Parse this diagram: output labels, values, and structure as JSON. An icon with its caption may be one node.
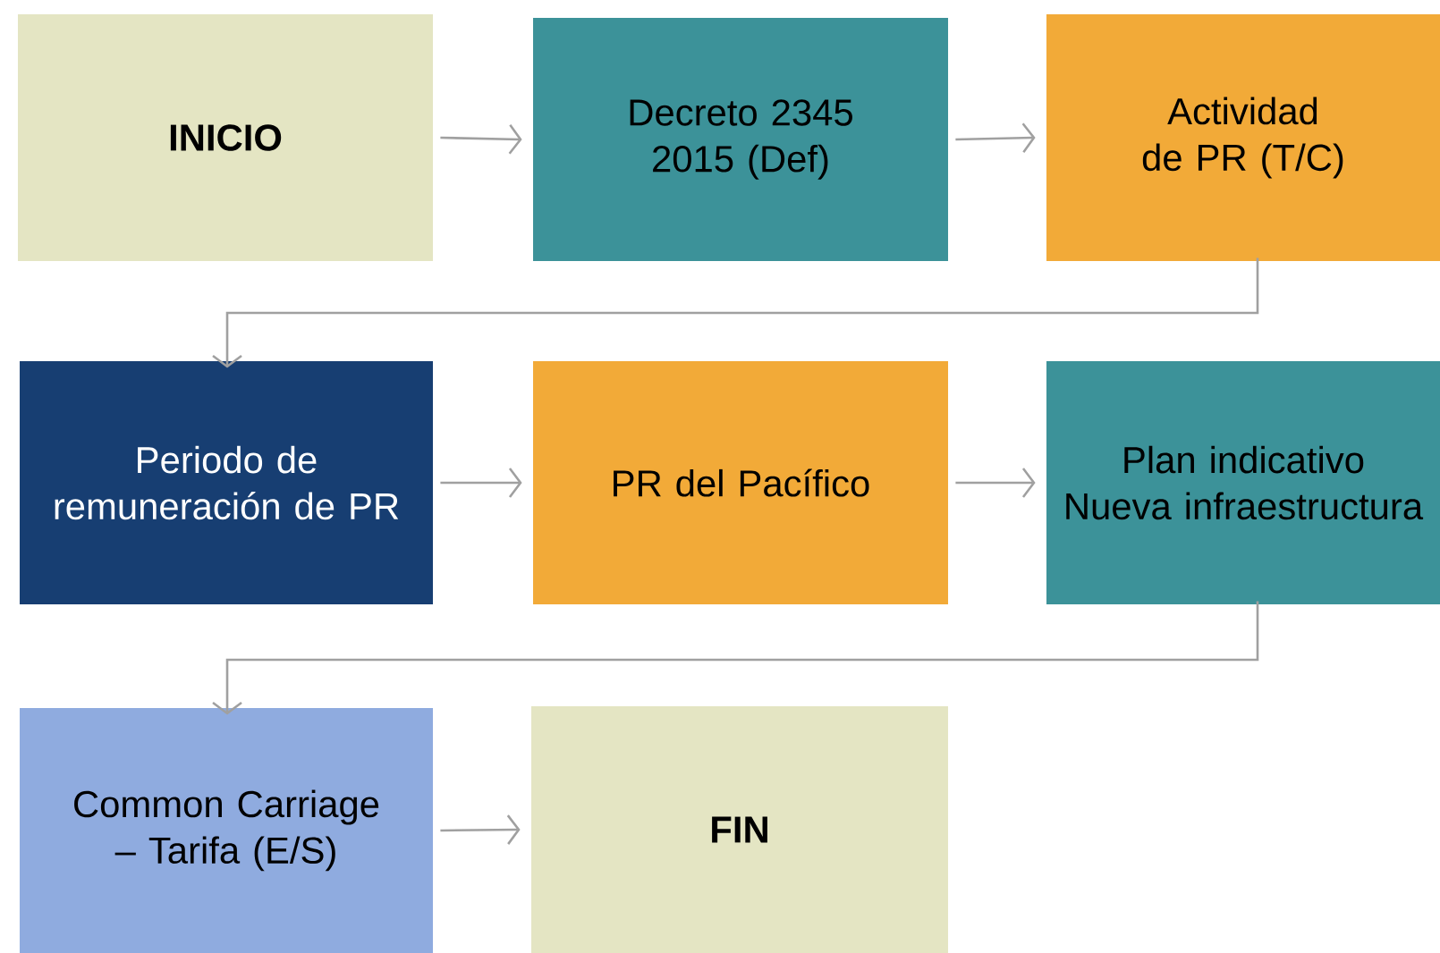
{
  "diagram": {
    "nodes": [
      {
        "text": [
          "INICIO"
        ]
      },
      {
        "text": [
          "Decreto 2345 2015 (Def)"
        ]
      },
      {
        "text": [
          "Actividad de PR (T/C)"
        ]
      },
      {
        "text": [
          "Periodo de remuneración de PR"
        ]
      },
      {
        "text": [
          "PR del Pacífico"
        ]
      },
      {
        "text": [
          "Plan indicativo Nueva infraestructura"
        ]
      },
      {
        "text": [
          "Common Carriage – Tarifa (E/S)"
        ]
      },
      {
        "text": [
          "FIN"
        ]
      }
    ],
    "edges": [
      {
        "from": 0,
        "to": 1,
        "arrow": "to"
      },
      {
        "from": 1,
        "to": 2,
        "arrow": "to"
      },
      {
        "from": 2,
        "to": 3,
        "arrow": "to"
      },
      {
        "from": 3,
        "to": 4,
        "arrow": "to"
      },
      {
        "from": 4,
        "to": 5,
        "arrow": "to"
      },
      {
        "from": 5,
        "to": 6,
        "arrow": "to"
      },
      {
        "from": 6,
        "to": 7,
        "arrow": "to"
      }
    ]
  }
}
